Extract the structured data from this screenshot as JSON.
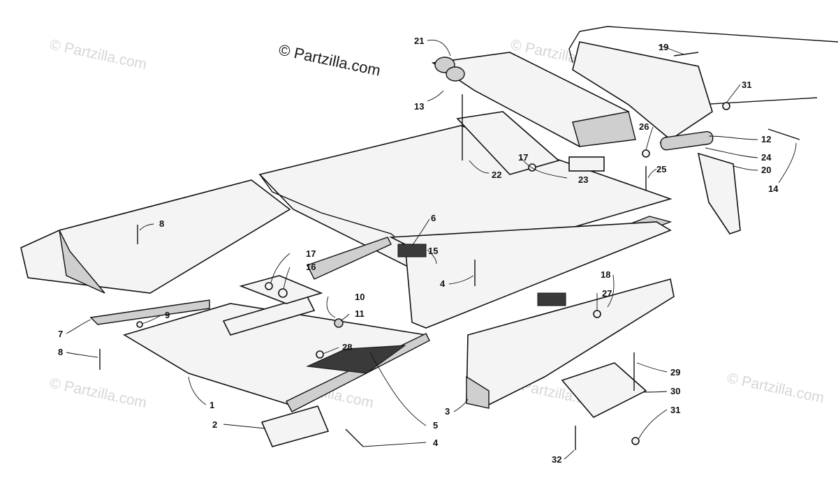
{
  "copyright": "© Partzilla.com",
  "watermark": "© Partzilla.com",
  "colors": {
    "ink": "#111111",
    "paper": "#ffffff",
    "watermark": "#d6d6d6"
  },
  "callouts": [
    {
      "id": "c1",
      "label": "1"
    },
    {
      "id": "c2",
      "label": "2"
    },
    {
      "id": "c3",
      "label": "3"
    },
    {
      "id": "c4a",
      "label": "4"
    },
    {
      "id": "c4b",
      "label": "4"
    },
    {
      "id": "c5",
      "label": "5"
    },
    {
      "id": "c6",
      "label": "6"
    },
    {
      "id": "c7",
      "label": "7"
    },
    {
      "id": "c8a",
      "label": "8"
    },
    {
      "id": "c8b",
      "label": "8"
    },
    {
      "id": "c9",
      "label": "9"
    },
    {
      "id": "c10",
      "label": "10"
    },
    {
      "id": "c11",
      "label": "11"
    },
    {
      "id": "c12",
      "label": "12"
    },
    {
      "id": "c13",
      "label": "13"
    },
    {
      "id": "c14",
      "label": "14"
    },
    {
      "id": "c15",
      "label": "15"
    },
    {
      "id": "c16",
      "label": "16"
    },
    {
      "id": "c17a",
      "label": "17"
    },
    {
      "id": "c17b",
      "label": "17"
    },
    {
      "id": "c18",
      "label": "18"
    },
    {
      "id": "c19",
      "label": "19"
    },
    {
      "id": "c20",
      "label": "20"
    },
    {
      "id": "c21",
      "label": "21"
    },
    {
      "id": "c22",
      "label": "22"
    },
    {
      "id": "c23",
      "label": "23"
    },
    {
      "id": "c24",
      "label": "24"
    },
    {
      "id": "c25",
      "label": "25"
    },
    {
      "id": "c26",
      "label": "26"
    },
    {
      "id": "c27",
      "label": "27"
    },
    {
      "id": "c28",
      "label": "28"
    },
    {
      "id": "c29",
      "label": "29"
    },
    {
      "id": "c30",
      "label": "30"
    },
    {
      "id": "c31a",
      "label": "31"
    },
    {
      "id": "c31b",
      "label": "31"
    },
    {
      "id": "c32",
      "label": "32"
    }
  ]
}
